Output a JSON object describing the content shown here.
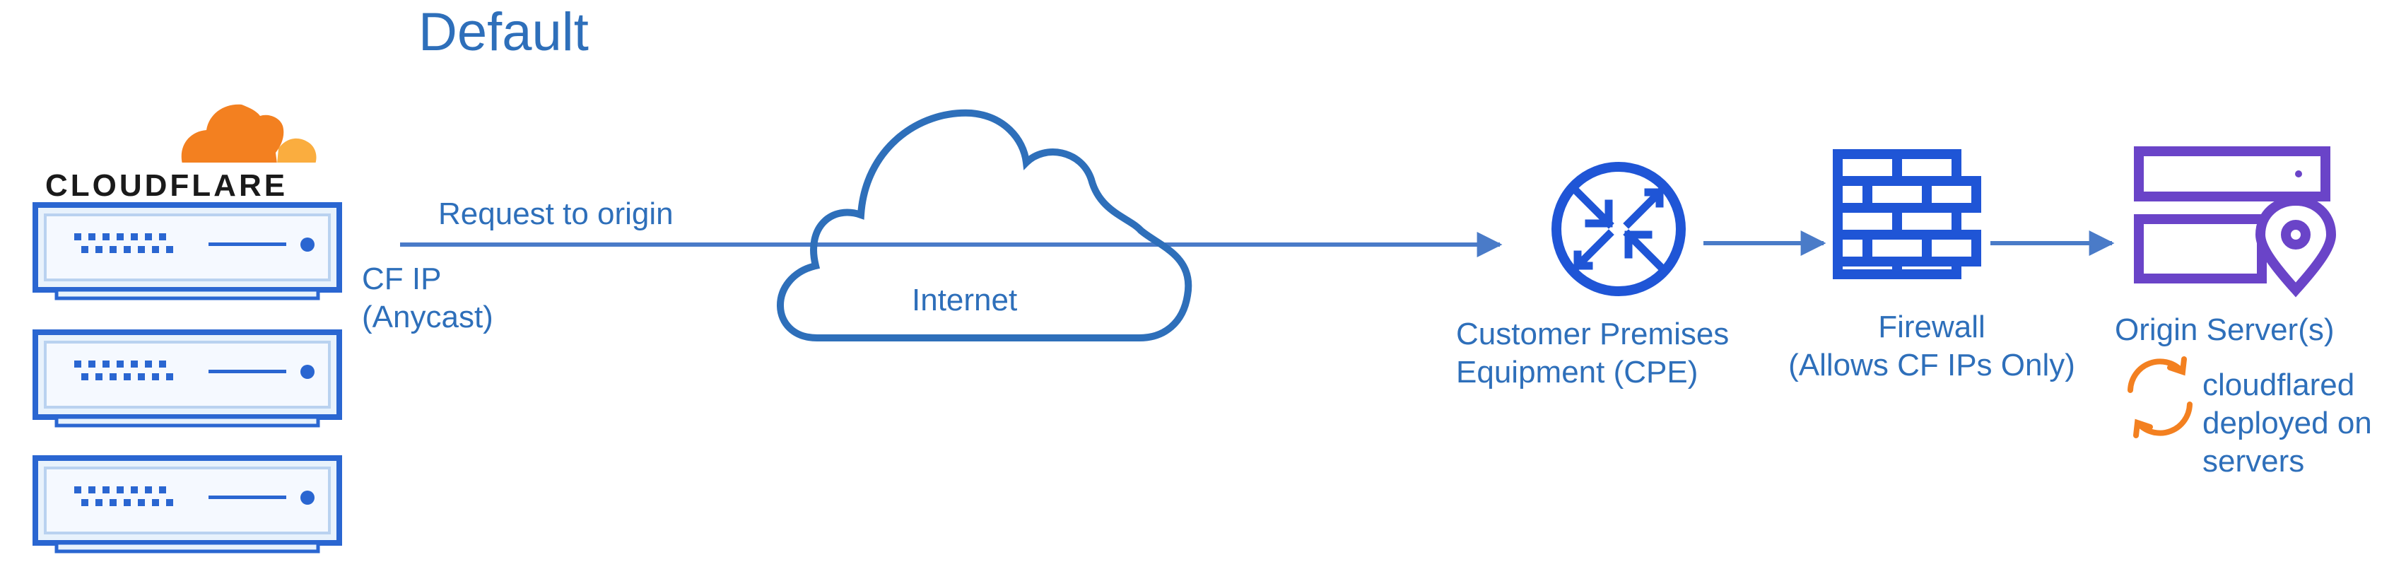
{
  "title": "Default",
  "brand": {
    "name": "CLOUDFLARE",
    "cloud_orange": "#f38020",
    "cloud_light": "#faad3f"
  },
  "labels": {
    "request": "Request to origin",
    "cf_ip_line1": "CF IP",
    "cf_ip_line2": "(Anycast)",
    "internet": "Internet",
    "cpe_line1": "Customer Premises",
    "cpe_line2": "Equipment (CPE)",
    "firewall_line1": "Firewall",
    "firewall_line2": "(Allows CF IPs Only)",
    "origin": "Origin Server(s)",
    "cloudflared_line1": "cloudflared",
    "cloudflared_line2": "deployed on",
    "cloudflared_line3": "servers"
  },
  "icons": {
    "server_rack": "server-icon",
    "internet_cloud": "cloud-icon",
    "cpe": "router-icon",
    "firewall": "brick-wall-icon",
    "origin": "origin-server-location-icon",
    "sync": "sync-arrows-icon"
  },
  "colors": {
    "primary_blue": "#2e6fba",
    "icon_blue": "#1f55d6",
    "purple": "#6a44c8",
    "orange": "#f38020"
  }
}
